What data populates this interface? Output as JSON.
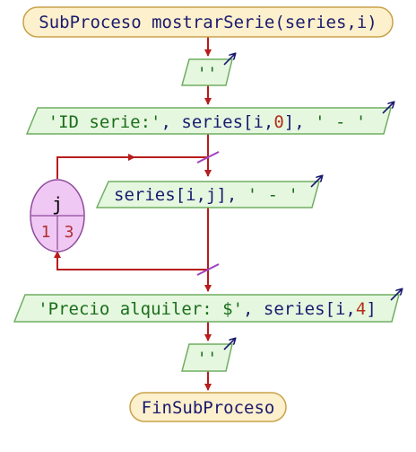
{
  "flowchart": {
    "start": "SubProceso mostrarSerie(series,i)",
    "end": "FinSubProceso",
    "output_1": "''",
    "output_2": {
      "parts": [
        {
          "text": "'ID serie:'",
          "style": "str"
        },
        {
          "text": ", series[i,",
          "style": "main"
        },
        {
          "text": "0",
          "style": "num"
        },
        {
          "text": "], ",
          "style": "main"
        },
        {
          "text": "' - '",
          "style": "str"
        }
      ]
    },
    "loop": {
      "variable": "j",
      "from": "1",
      "to": "3",
      "body": {
        "parts": [
          {
            "text": "series[i,j], ",
            "style": "main"
          },
          {
            "text": "' - '",
            "style": "str"
          }
        ]
      }
    },
    "output_3": {
      "parts": [
        {
          "text": "'Precio alquiler: $'",
          "style": "str"
        },
        {
          "text": ", series[i,",
          "style": "main"
        },
        {
          "text": "4",
          "style": "num"
        },
        {
          "text": "]",
          "style": "main"
        }
      ]
    },
    "output_4": "''"
  },
  "colors": {
    "terminal_fill": "#fdf0cc",
    "terminal_stroke": "#c9a24a",
    "io_fill": "#e6f7e0",
    "io_stroke": "#6fae61",
    "loop_fill": "#f0c8f4",
    "loop_stroke": "#8e4a9a",
    "arrow": "#b81c1c",
    "io_marker": "#1a1a6e"
  }
}
